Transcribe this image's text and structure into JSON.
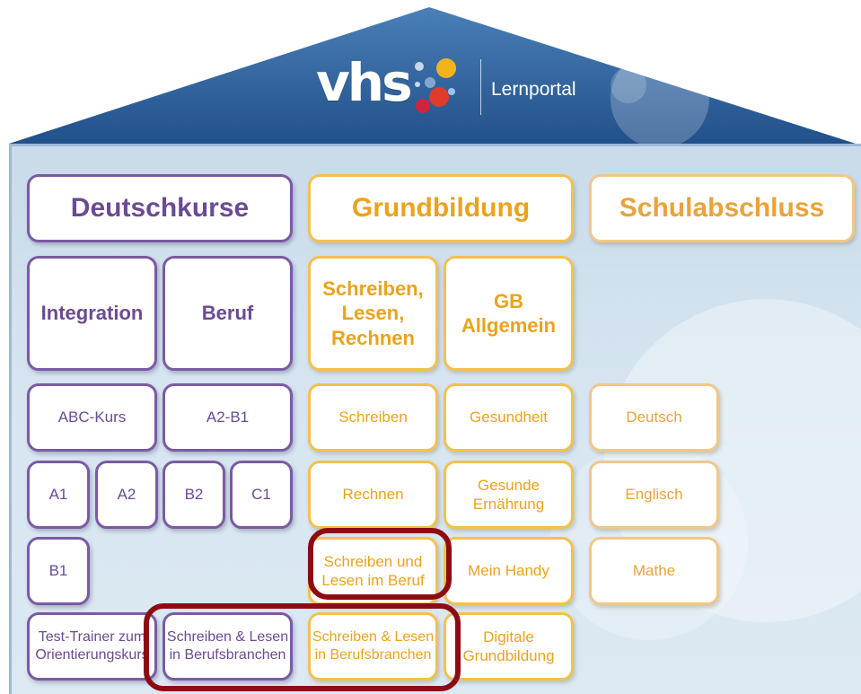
{
  "logo": {
    "brand": "vhs",
    "product": "Lernportal"
  },
  "colors": {
    "purple": "#6b4a93",
    "orange": "#eaa31b",
    "roof": "#2d5f9a",
    "highlight": "#8d0c14"
  },
  "columns": {
    "deutschkurse": {
      "title": "Deutschkurse",
      "integration": "Integration",
      "beruf": "Beruf",
      "abc": "ABC-Kurs",
      "a2b1": "A2-B1",
      "a1": "A1",
      "a2": "A2",
      "b2": "B2",
      "c1": "C1",
      "b1": "B1",
      "test_trainer_1": "Test-Trainer zum",
      "test_trainer_2": "Orientierungskurs",
      "branchen_1": "Schreiben & Lesen",
      "branchen_2": "in Berufsbranchen"
    },
    "grundbildung": {
      "title": "Grundbildung",
      "srl_1": "Schreiben,",
      "srl_2": "Lesen,",
      "srl_3": "Rechnen",
      "gb_1": "GB",
      "gb_2": "Allgemein",
      "schreiben": "Schreiben",
      "gesundheit": "Gesundheit",
      "rechnen": "Rechnen",
      "ernaehrung_1": "Gesunde",
      "ernaehrung_2": "Ernährung",
      "beruf_1": "Schreiben und",
      "beruf_2": "Lesen im Beruf",
      "handy": "Mein Handy",
      "branchen_1": "Schreiben & Lesen",
      "branchen_2": "in Berufsbranchen",
      "digital_1": "Digitale",
      "digital_2": "Grundbildung"
    },
    "schulabschluss": {
      "title": "Schulabschluss",
      "deutsch": "Deutsch",
      "englisch": "Englisch",
      "mathe": "Mathe"
    }
  }
}
